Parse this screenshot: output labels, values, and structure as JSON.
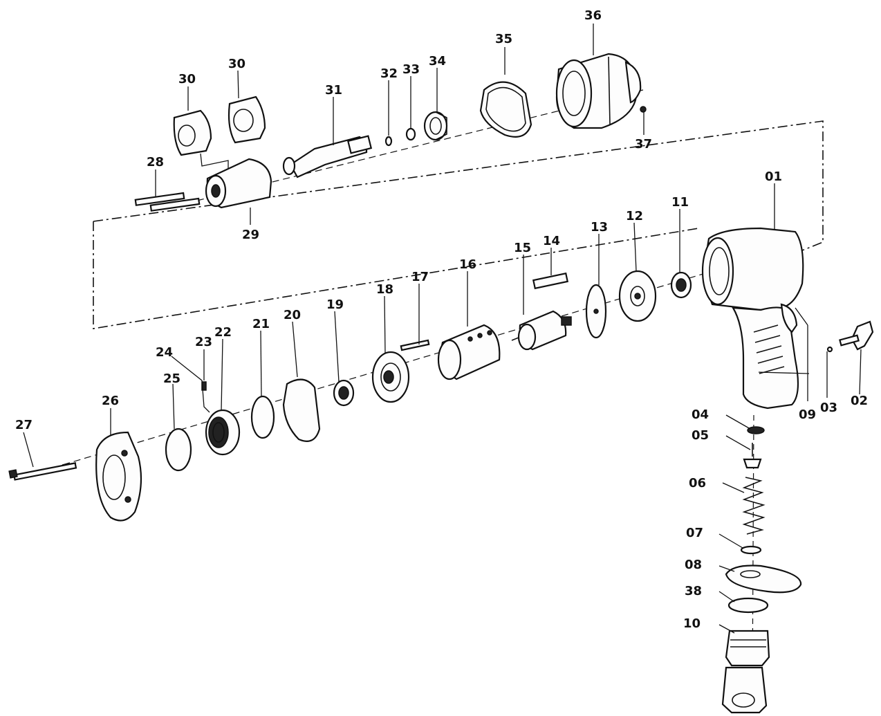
{
  "labels": {
    "p01": "01",
    "p02": "02",
    "p03": "03",
    "p04": "04",
    "p05": "05",
    "p06": "06",
    "p07": "07",
    "p08": "08",
    "p09": "09",
    "p10": "10",
    "p11": "11",
    "p12": "12",
    "p13": "13",
    "p14": "14",
    "p15": "15",
    "p16": "16",
    "p17": "17",
    "p18": "18",
    "p19": "19",
    "p20": "20",
    "p21": "21",
    "p22": "22",
    "p23": "23",
    "p24": "24",
    "p25": "25",
    "p26": "26",
    "p27": "27",
    "p28": "28",
    "p29": "29",
    "p30a": "30",
    "p30b": "30",
    "p31": "31",
    "p32": "32",
    "p33": "33",
    "p34": "34",
    "p35": "35",
    "p36": "36",
    "p37": "37",
    "p38": "38"
  }
}
